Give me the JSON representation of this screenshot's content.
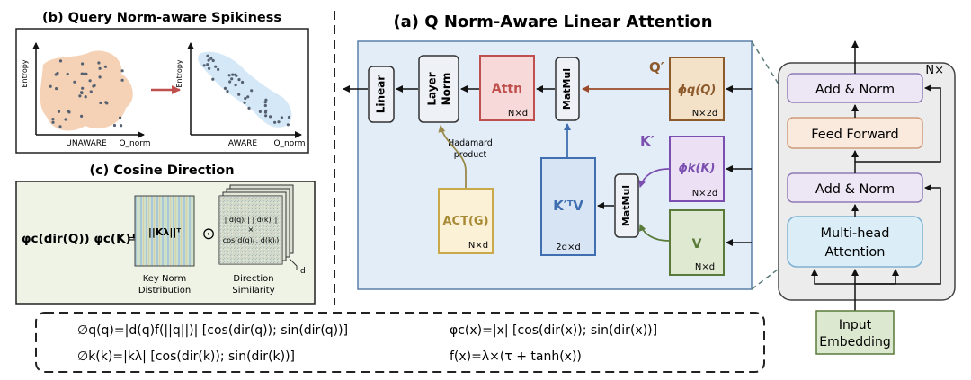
{
  "panel_b": {
    "title": "(b) Query Norm-aware Spikiness",
    "left_y": "Entropy",
    "left_x": "Q_norm",
    "left_label": "UNAWARE",
    "right_y": "Entropy",
    "right_x": "Q_norm",
    "right_label": "AWARE"
  },
  "panel_c": {
    "title": "(c) Cosine Direction",
    "formula": "φc(dir(Q)) φc(K)ᵀ",
    "equals": "=",
    "knorm_matrix": "||Kλ||ᵀ",
    "knorm_caption_1": "Key Norm",
    "knorm_caption_2": "Distribution",
    "odot": "⊙",
    "dir_line1": "| d(q)ᵢ | | d(k)ᵢ |",
    "dir_line2": "×",
    "dir_line3": "cos(d(q)ᵢ , d(k)ᵢ)",
    "dir_caption_1": "Direction",
    "dir_caption_2": "Similarity",
    "stack_depth": "d"
  },
  "panel_a": {
    "title": "(a)  Q Norm-Aware Linear Attention",
    "linear": "Linear",
    "layer_norm_1": "Layer",
    "layer_norm_2": "Norm",
    "attn": "Attn",
    "attn_dim": "N×d",
    "matmul_top": "MatMul",
    "q_prime": "Q′",
    "phi_q": "ϕq(Q)",
    "phi_q_dim": "N×2d",
    "k_prime": "K′",
    "phi_k": "ϕk(K)",
    "phi_k_dim": "N×2d",
    "hadamard_1": "Hadamard",
    "hadamard_2": "product",
    "act": "ACT(G)",
    "act_dim": "N×d",
    "ktv": "K′ᵀV",
    "ktv_dim": "2d×d",
    "matmul_bottom": "MatMul",
    "v": "V",
    "v_dim": "N×d"
  },
  "transformer": {
    "repeat": "N×",
    "add_norm_top": "Add & Norm",
    "feed_forward": "Feed Forward",
    "add_norm_mid": "Add & Norm",
    "mha_1": "Multi-head",
    "mha_2": "Attention",
    "input_1": "Input",
    "input_2": "Embedding"
  },
  "formulas": {
    "phi_q": "∅q(q)=|d(q)f(||q||)| [cos(dir(q)); sin(dir(q))]",
    "phi_k": "∅k(k)=|kλ| [cos(dir(k)); sin(dir(k))]",
    "phi_c": "φc(x)=|x| [cos(dir(x)); sin(dir(x))]",
    "f_x": "f(x)=λ×(τ + tanh(x))"
  },
  "colors": {
    "panel_blue": "#e3edf8",
    "attn_red": "#c0504d",
    "phi_q_brown": "#8c5a2b",
    "phi_k_purple": "#7b4fb0",
    "v_green": "#5a7a3a",
    "act_yellow": "#c9a94a",
    "ktv_blue": "#3f6fb0",
    "orange_blob": "#f3c9a8",
    "blue_blob": "#cfe6f6"
  }
}
